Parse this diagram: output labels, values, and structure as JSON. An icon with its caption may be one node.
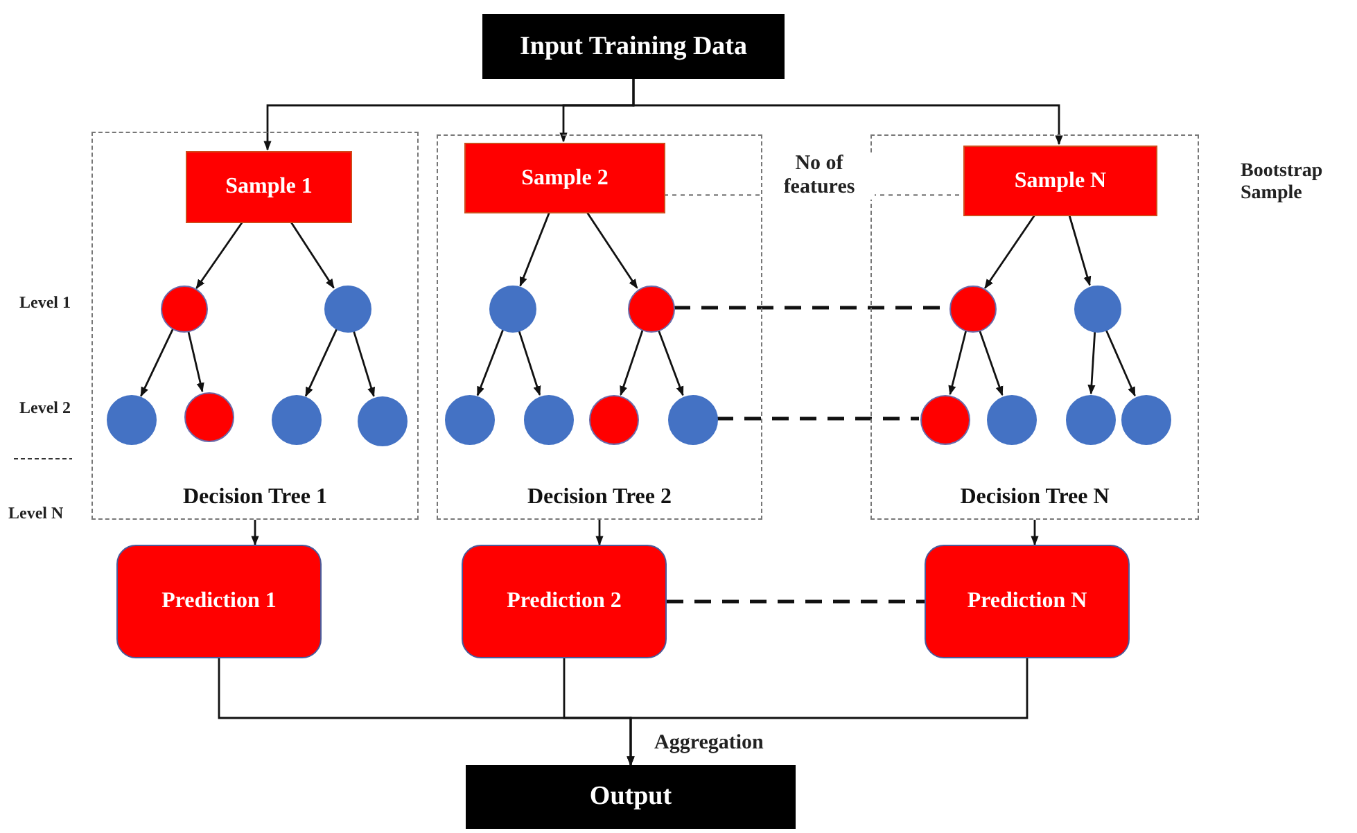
{
  "diagram": {
    "nodes": [
      {
        "text": [
          "Input Training Data"
        ]
      },
      {
        "text": [
          "Decision Tree 1"
        ]
      },
      {
        "text": [
          "Sample 1"
        ],
        "in": 1
      },
      {
        "text": [],
        "shape": "circle",
        "in": 1
      },
      {
        "text": [],
        "shape": "circle",
        "in": 1
      },
      {
        "text": [],
        "shape": "circle",
        "in": 1
      },
      {
        "text": [],
        "shape": "circle",
        "in": 1
      },
      {
        "text": [],
        "shape": "circle",
        "in": 1
      },
      {
        "text": [],
        "shape": "circle",
        "in": 1
      },
      {
        "text": [
          "Decision Tree 2"
        ]
      },
      {
        "text": [
          "Sample 2"
        ],
        "in": 9
      },
      {
        "text": [],
        "shape": "circle",
        "in": 9
      },
      {
        "text": [],
        "shape": "circle",
        "in": 9
      },
      {
        "text": [],
        "shape": "circle",
        "in": 9
      },
      {
        "text": [],
        "shape": "circle",
        "in": 9
      },
      {
        "text": [],
        "shape": "circle",
        "in": 9
      },
      {
        "text": [],
        "shape": "circle",
        "in": 9
      },
      {
        "text": [
          "Decision Tree N"
        ]
      },
      {
        "text": [
          "Sample N"
        ],
        "in": 17
      },
      {
        "text": [],
        "shape": "circle",
        "in": 17
      },
      {
        "text": [],
        "shape": "circle",
        "in": 17
      },
      {
        "text": [],
        "shape": "circle",
        "in": 17
      },
      {
        "text": [],
        "shape": "circle",
        "in": 17
      },
      {
        "text": [],
        "shape": "circle",
        "in": 17
      },
      {
        "text": [],
        "shape": "circle",
        "in": 17
      },
      {
        "text": [
          "Prediction 1"
        ]
      },
      {
        "text": [
          "Prediction 2"
        ]
      },
      {
        "text": [
          "Prediction N"
        ]
      },
      {
        "text": [
          "Output"
        ]
      }
    ],
    "edges": [
      {
        "from": 0,
        "to": 2,
        "arrow": "to"
      },
      {
        "from": 0,
        "to": 10,
        "arrow": "to"
      },
      {
        "from": 0,
        "to": 18,
        "arrow": "to"
      },
      {
        "from": 2,
        "to": 3,
        "arrow": "to"
      },
      {
        "from": 2,
        "to": 4,
        "arrow": "to"
      },
      {
        "from": 3,
        "to": 5,
        "arrow": "to"
      },
      {
        "from": 3,
        "to": 6,
        "arrow": "to"
      },
      {
        "from": 4,
        "to": 7,
        "arrow": "to"
      },
      {
        "from": 4,
        "to": 8,
        "arrow": "to"
      },
      {
        "from": 10,
        "to": 11,
        "arrow": "to"
      },
      {
        "from": 10,
        "to": 12,
        "arrow": "to"
      },
      {
        "from": 11,
        "to": 13,
        "arrow": "to"
      },
      {
        "from": 11,
        "to": 14,
        "arrow": "to"
      },
      {
        "from": 12,
        "to": 15,
        "arrow": "to"
      },
      {
        "from": 12,
        "to": 16,
        "arrow": "to"
      },
      {
        "from": 18,
        "to": 19,
        "arrow": "to"
      },
      {
        "from": 18,
        "to": 20,
        "arrow": "to"
      },
      {
        "from": 19,
        "to": 21,
        "arrow": "to"
      },
      {
        "from": 19,
        "to": 22,
        "arrow": "to"
      },
      {
        "from": 20,
        "to": 23,
        "arrow": "to"
      },
      {
        "from": 20,
        "to": 24,
        "arrow": "to"
      },
      {
        "from": 10,
        "to": 18,
        "arrow": "none",
        "style": "dashed",
        "color": "#999999",
        "label": "No of features"
      },
      {
        "from": 12,
        "to": 19,
        "arrow": "none",
        "style": "dashed"
      },
      {
        "from": 16,
        "to": 21,
        "arrow": "none",
        "style": "dashed"
      },
      {
        "from": 1,
        "to": 25,
        "arrow": "to"
      },
      {
        "from": 9,
        "to": 26,
        "arrow": "to"
      },
      {
        "from": 17,
        "to": 27,
        "arrow": "to"
      },
      {
        "from": 26,
        "to": 27,
        "arrow": "none",
        "style": "dashed"
      },
      {
        "from": 25,
        "to": 28,
        "arrow": "to"
      },
      {
        "from": 26,
        "to": 28,
        "arrow": "to"
      },
      {
        "from": 27,
        "to": 28,
        "arrow": "to"
      }
    ],
    "labels": [
      "Bootstrap Sample",
      "Level 1",
      "Level 2",
      "Level N",
      "Aggregation"
    ]
  }
}
